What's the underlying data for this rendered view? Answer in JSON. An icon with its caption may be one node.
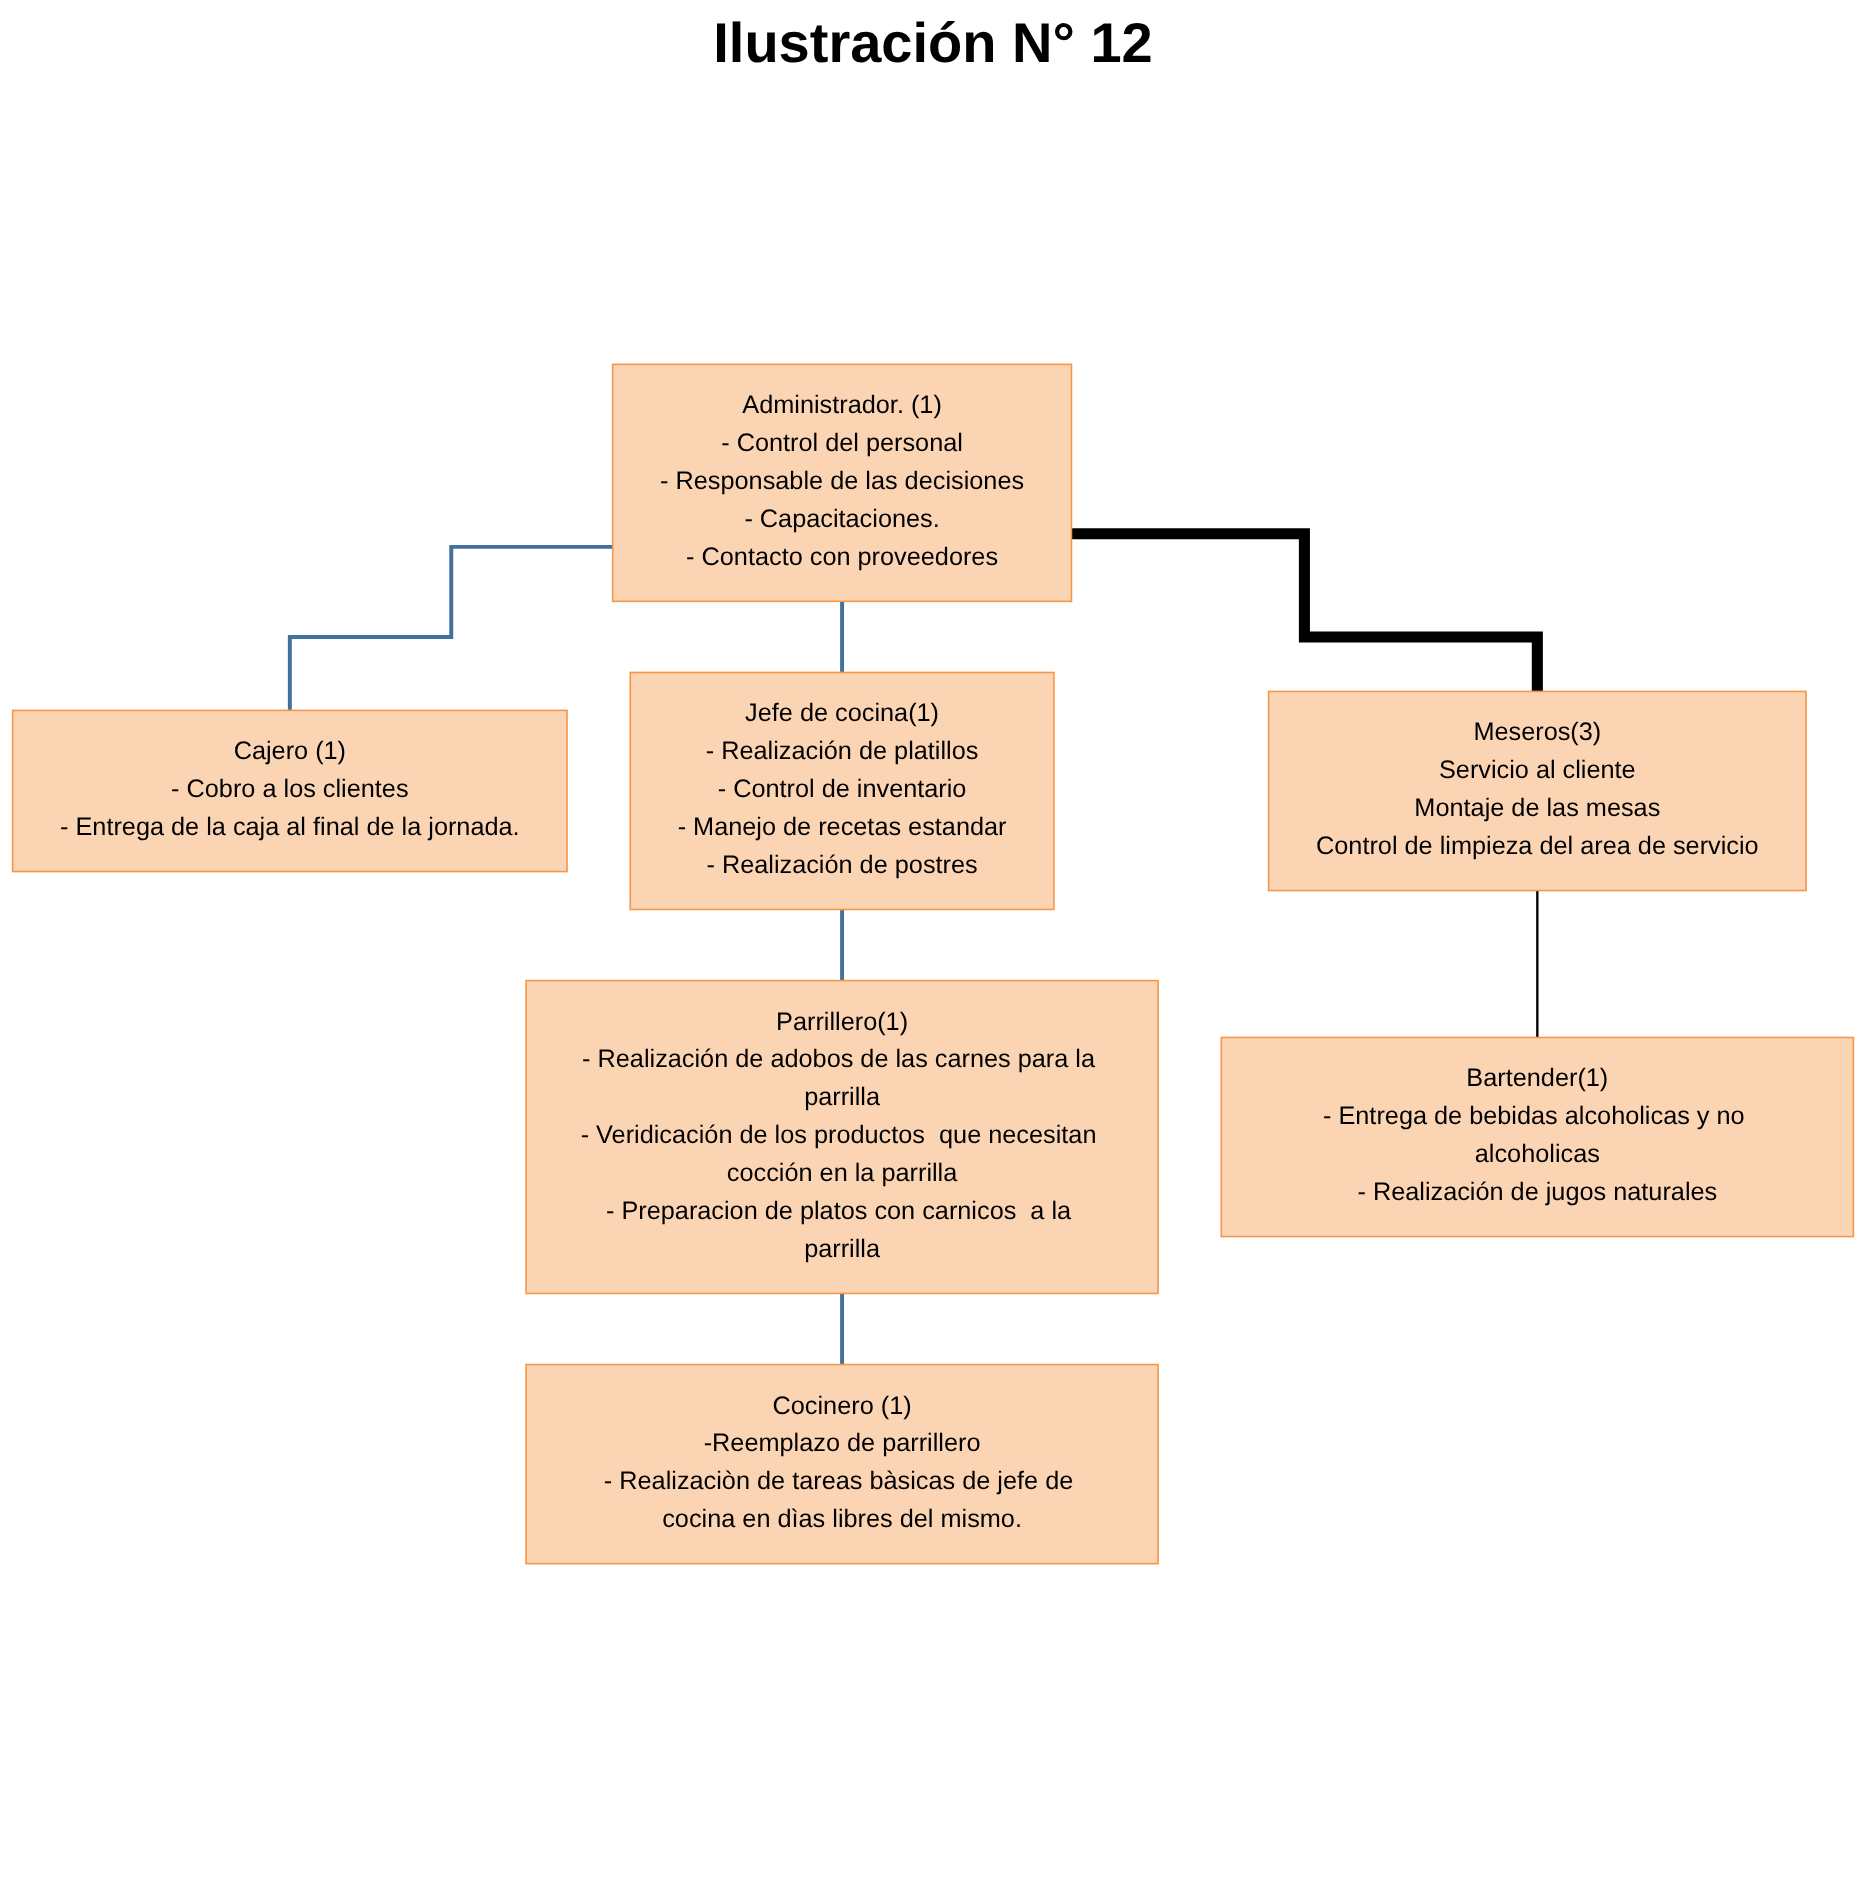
{
  "diagram": {
    "title": "Ilustración  N° 12",
    "nodes": [
      {
        "text": [
          "Administrador. (1)",
          "- Control del personal",
          "- Responsable de las decisiones",
          "- Capacitaciones.",
          "- Contacto con proveedores"
        ]
      },
      {
        "text": [
          "Cajero (1)",
          "- Cobro a los clientes",
          "- Entrega de la caja al final de la jornada."
        ]
      },
      {
        "text": [
          "Jefe de cocina(1)",
          "- Realización  de  platillos",
          "- Control de inventario",
          "- Manejo de recetas estandar",
          "- Realización de postres"
        ]
      },
      {
        "text": [
          "Meseros(3)",
          "Servicio al cliente",
          "Montaje de las mesas",
          "Control de limpieza del area de servicio"
        ]
      },
      {
        "text": [
          "Parrillero(1)",
          "- Realización de adobos de las carnes para la parrilla",
          "- Veridicación de los productos  que necesitan cocción en la parrilla",
          "- Preparacion de platos con carnicos  a la parrilla"
        ]
      },
      {
        "text": [
          "Bartender(1)",
          "- Entrega de bebidas alcoholicas y no alcoholicas",
          "- Realización de jugos naturales"
        ]
      },
      {
        "text": [
          "Cocinero (1)",
          "-Reemplazo de parrillero",
          "- Realizaciòn de tareas bàsicas de jefe de cocina en dìas libres del mismo."
        ]
      }
    ],
    "edges": [
      {
        "from": 0,
        "to": 1,
        "arrow": "none"
      },
      {
        "from": 0,
        "to": 2,
        "arrow": "none"
      },
      {
        "from": 0,
        "to": 3,
        "arrow": "none",
        "style": "thick",
        "color": "#000000"
      },
      {
        "from": 2,
        "to": 4,
        "arrow": "none"
      },
      {
        "from": 3,
        "to": 5,
        "arrow": "none",
        "color": "#000000"
      },
      {
        "from": 4,
        "to": 6,
        "arrow": "none"
      }
    ]
  }
}
